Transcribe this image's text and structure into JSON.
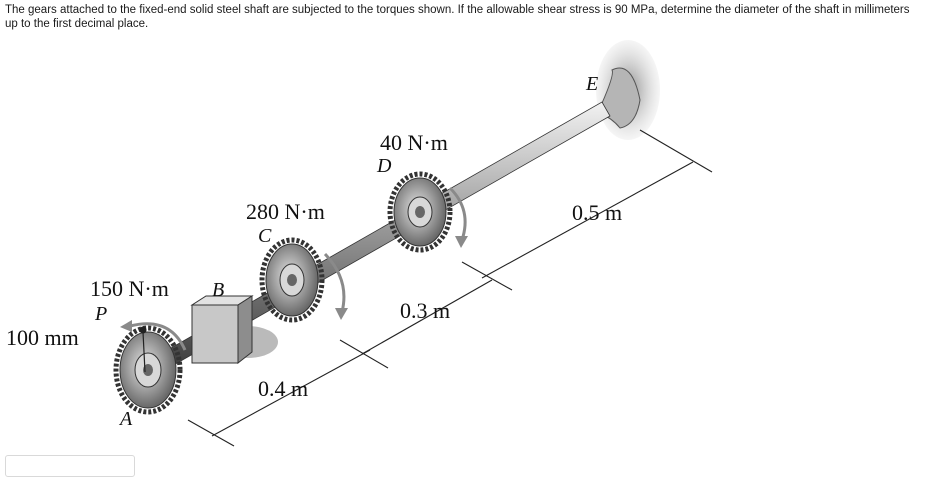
{
  "question": {
    "text": "The gears attached to the fixed-end solid steel shaft are subjected to the torques shown. If the allowable shear stress is 90 MPa, determine the diameter of the shaft in millimeters up to the first decimal place."
  },
  "figure": {
    "torques": {
      "d": "40 N·m",
      "c": "280 N·m",
      "a": "150 N·m"
    },
    "points": {
      "e": "E",
      "d": "D",
      "c": "C",
      "b": "B",
      "p": "P",
      "a": "A"
    },
    "radius": "100 mm",
    "dimensions": {
      "de": "0.5 m",
      "cd": "0.3 m",
      "ac": "0.4 m"
    }
  },
  "answer": {
    "value": ""
  }
}
